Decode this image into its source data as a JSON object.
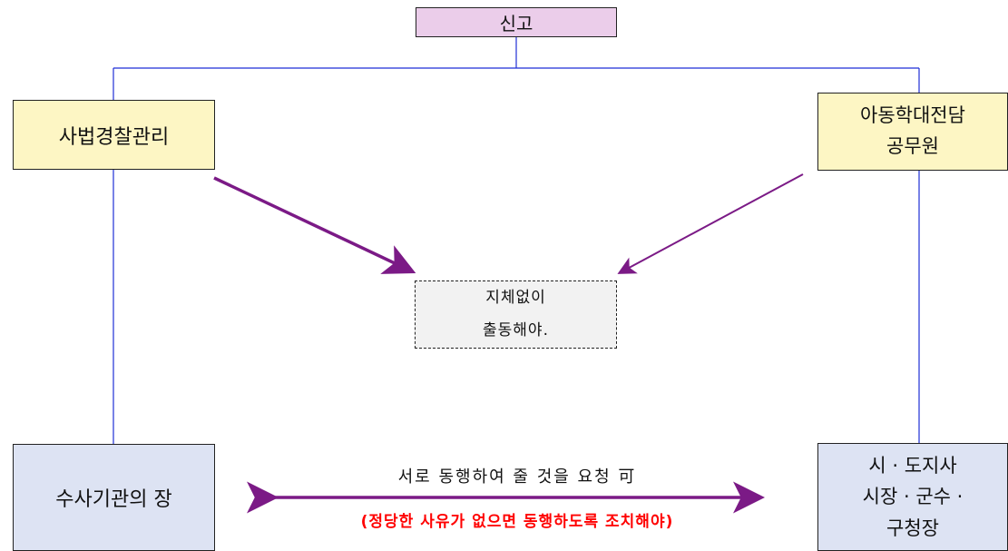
{
  "nodes": {
    "report": "신고",
    "police": "사법경찰관리",
    "child_official_line1": "아동학대전담",
    "child_official_line2": "공무원",
    "center_line1": "지체없이",
    "center_line2": "출동해야.",
    "investigation_head": "수사기관의 장",
    "mayor_line1": "시 · 도지사",
    "mayor_line2": "시장 · 군수 ·",
    "mayor_line3": "구청장"
  },
  "edges": {
    "request_label": "서로 동행하여 줄 것을 요청 可",
    "note_label": "(정당한 사유가 없으면 동행하도록 조치해야)"
  },
  "colors": {
    "connector": "#1f2fd6",
    "arrow": "#7b1a86",
    "report_fill": "#ebcdea",
    "official_fill": "#fdf6c4",
    "center_fill": "#f2f2f2",
    "bottom_fill": "#dde3f3",
    "note_text": "#ff0000"
  }
}
